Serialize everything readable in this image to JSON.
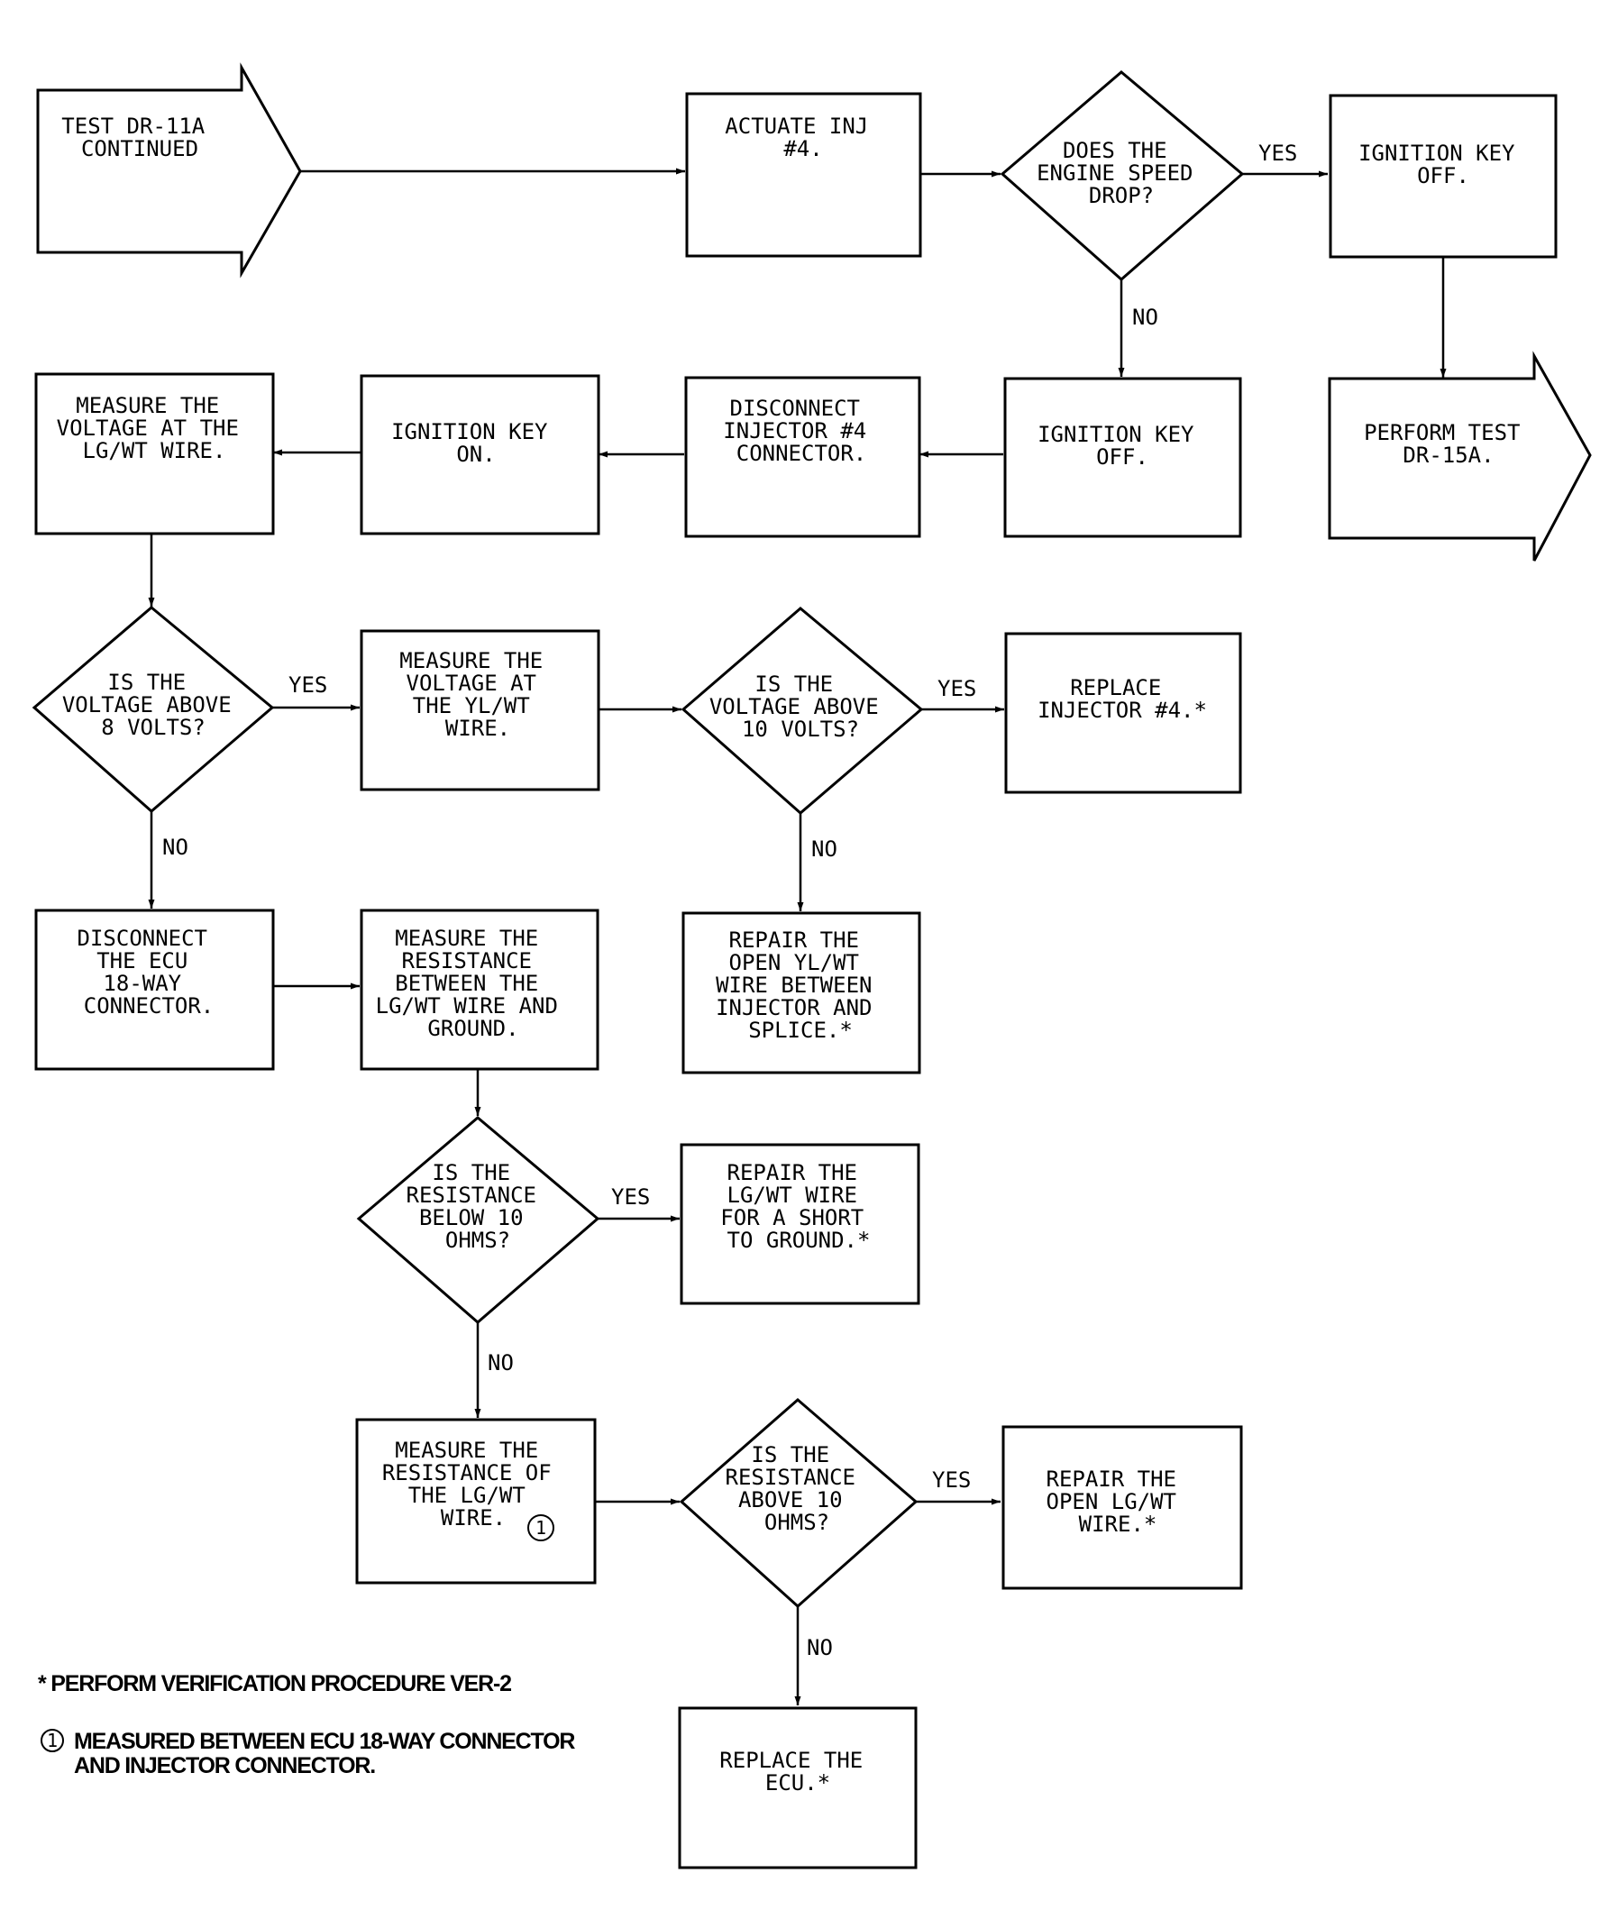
{
  "nodes": {
    "start": [
      "TEST DR-11A",
      "CONTINUED"
    ],
    "actuate": [
      "ACTUATE INJ",
      "#4."
    ],
    "speed_drop": [
      "DOES THE",
      "ENGINE SPEED",
      "DROP?"
    ],
    "key_off_1": [
      "IGNITION KEY",
      "OFF."
    ],
    "perform_test": [
      "PERFORM TEST",
      "DR-15A."
    ],
    "key_off_2": [
      "IGNITION KEY",
      "OFF."
    ],
    "disconnect_inj": [
      "DISCONNECT",
      "INJECTOR #4",
      "CONNECTOR."
    ],
    "key_on": [
      "IGNITION KEY",
      "ON."
    ],
    "measure_lgwt": [
      "MEASURE THE",
      "VOLTAGE AT THE",
      "LG/WT WIRE."
    ],
    "volt_8": [
      "IS THE",
      "VOLTAGE ABOVE",
      "8 VOLTS?"
    ],
    "measure_ylwt": [
      "MEASURE THE",
      "VOLTAGE AT",
      "THE YL/WT",
      "WIRE."
    ],
    "volt_10": [
      "IS THE",
      "VOLTAGE ABOVE",
      "10 VOLTS?"
    ],
    "replace_inj": [
      "REPLACE",
      "INJECTOR #4.*"
    ],
    "disconnect_ecu": [
      "DISCONNECT",
      "THE ECU",
      "18-WAY",
      "CONNECTOR."
    ],
    "measure_res_gnd": [
      "MEASURE THE",
      "RESISTANCE",
      "BETWEEN THE",
      "LG/WT WIRE AND",
      "GROUND."
    ],
    "repair_ylwt": [
      "REPAIR THE",
      "OPEN YL/WT",
      "WIRE BETWEEN",
      "INJECTOR AND",
      "SPLICE.*"
    ],
    "res_below_10": [
      "IS THE",
      "RESISTANCE",
      "BELOW 10",
      "OHMS?"
    ],
    "repair_short": [
      "REPAIR THE",
      "LG/WT WIRE",
      "FOR A SHORT",
      "TO GROUND.*"
    ],
    "measure_res_wire": [
      "MEASURE THE",
      "RESISTANCE OF",
      "THE LG/WT",
      "WIRE."
    ],
    "res_above_10": [
      "IS THE",
      "RESISTANCE",
      "ABOVE 10",
      "OHMS?"
    ],
    "repair_open": [
      "REPAIR THE",
      "OPEN LG/WT",
      "WIRE.*"
    ],
    "replace_ecu": [
      "REPLACE THE",
      "ECU.*"
    ]
  },
  "labels": {
    "yes": "YES",
    "no": "NO",
    "note_marker": "1"
  },
  "footnotes": {
    "verification": "* PERFORM VERIFICATION PROCEDURE VER-2",
    "measured_line1": "MEASURED BETWEEN ECU 18-WAY CONNECTOR",
    "measured_line2": "AND INJECTOR CONNECTOR."
  }
}
